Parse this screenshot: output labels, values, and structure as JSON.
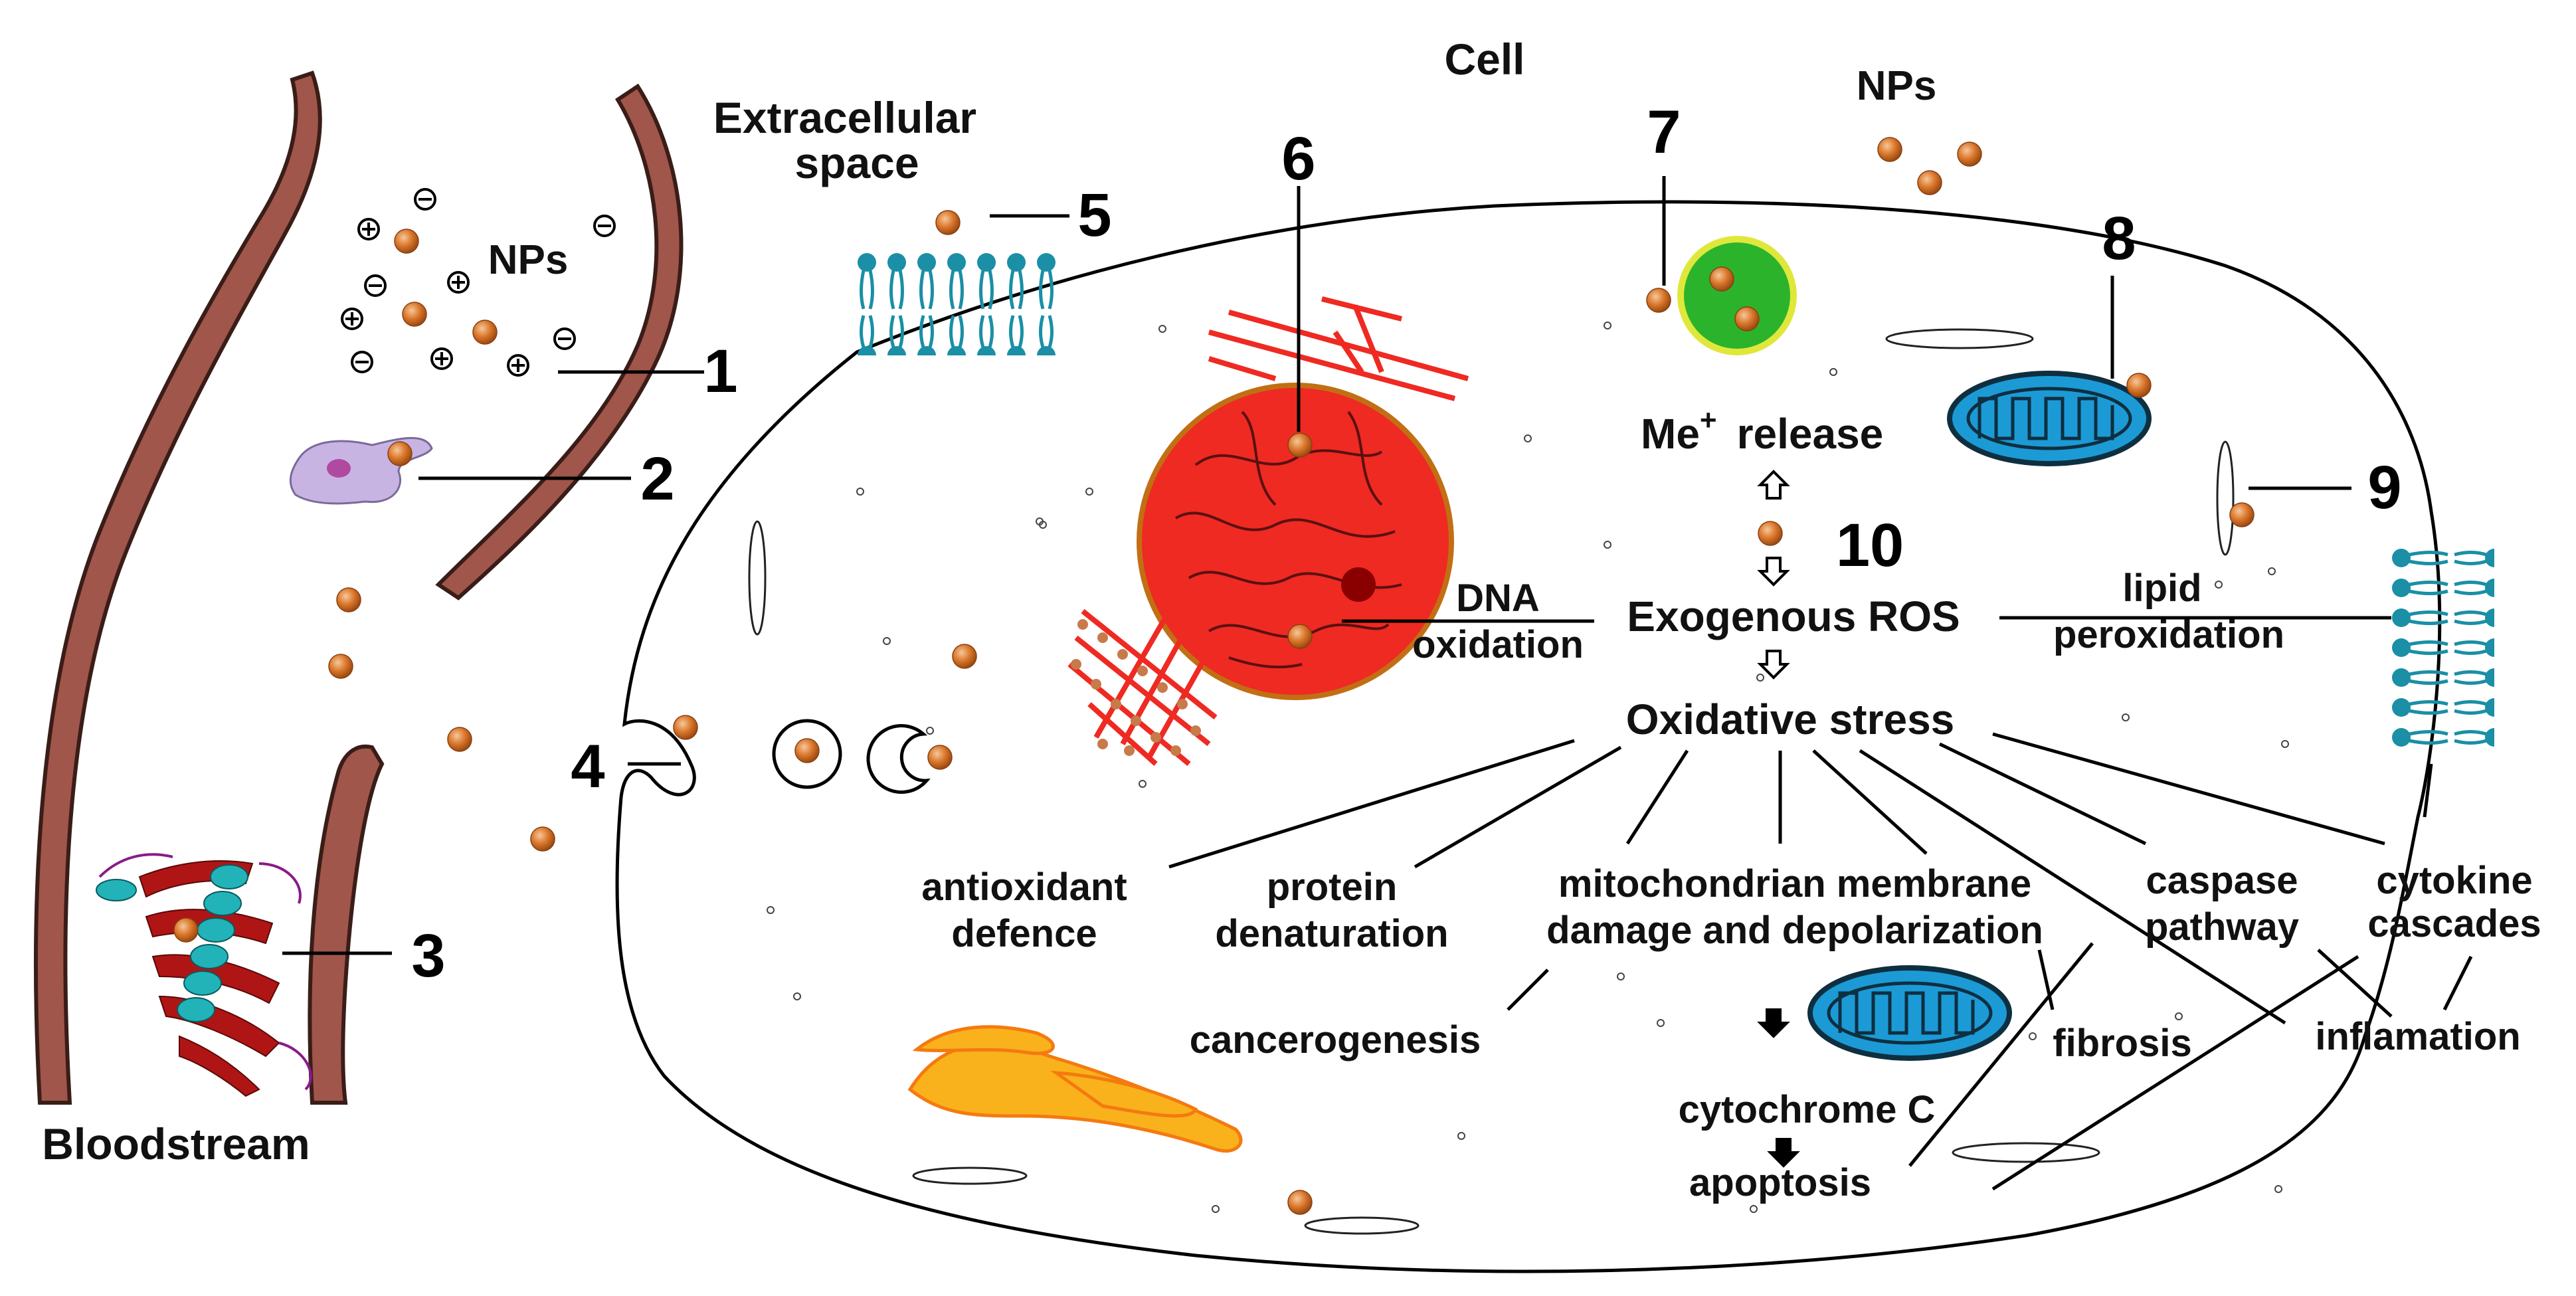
{
  "labels": {
    "cell": "Cell",
    "extracellular_line1": "Extracellular",
    "extracellular_line2": "space",
    "nps_top": "NPs",
    "nps_vessel": "NPs",
    "bloodstream": "Bloodstream",
    "me_release_prefix": "Me",
    "me_release_sup": "+",
    "me_release_suffix": "release",
    "dna_line1": "DNA",
    "dna_line2": "oxidation",
    "exogenous_ros": "Exogenous ROS",
    "lipid_line1": "lipid",
    "lipid_line2": "peroxidation",
    "oxidative_stress": "Oxidative stress",
    "antioxidant_line1": "antioxidant",
    "antioxidant_line2": "defence",
    "protein_line1": "protein",
    "protein_line2": "denaturation",
    "mito_line1": "mitochondrian membrane",
    "mito_line2": "damage and depolarization",
    "caspase_line1": "caspase",
    "caspase_line2": "pathway",
    "cytokine_line1": "cytokine",
    "cytokine_line2": "cascades",
    "cancerogenesis": "cancerogenesis",
    "fibrosis": "fibrosis",
    "inflamation": "inflamation",
    "cytochrome": "cytochrome C",
    "apoptosis": "apoptosis"
  },
  "numbers": [
    "1",
    "2",
    "3",
    "4",
    "5",
    "6",
    "7",
    "8",
    "9",
    "10"
  ],
  "colors": {
    "nanoparticle": "#d9762a",
    "vessel_wall": "#a0564a",
    "nucleus": "#ee2a22",
    "lysosome": "#2cb32c",
    "mitochondria": "#1c9ad6",
    "membrane_lipid": "#1a8fa5",
    "golgi": "#f9b21c",
    "protein_strand": "#b01515",
    "protein_helix": "#22b3b8",
    "immune_cell": "#c8b4e3"
  },
  "icons": [
    "nanoparticle-icon",
    "positive-charge-icon",
    "negative-charge-icon",
    "immune-cell-icon",
    "protein-icon",
    "lipid-bilayer-icon",
    "nucleus-icon",
    "lysosome-icon",
    "mitochondrion-icon",
    "golgi-icon"
  ]
}
